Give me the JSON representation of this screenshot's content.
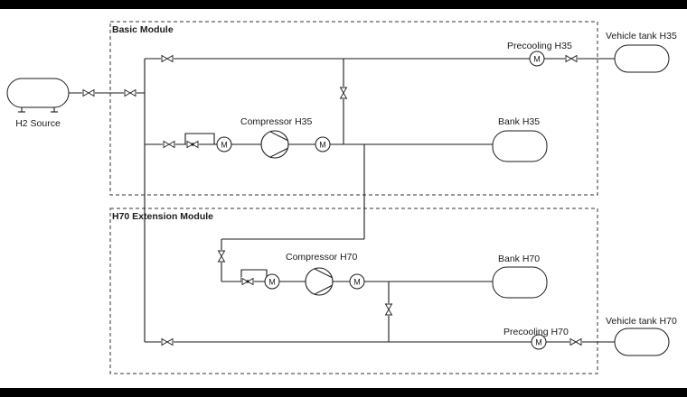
{
  "diagram": {
    "modules": {
      "basic": "Basic Module",
      "h70_extension": "H70 Extension Module"
    },
    "components": {
      "h2_source": "H2 Source",
      "compressor_h35": "Compressor H35",
      "compressor_h70": "Compressor H70",
      "bank_h35": "Bank H35",
      "bank_h70": "Bank H70",
      "precooling_h35": "Precooling H35",
      "precooling_h70": "Precooling H70",
      "vehicle_tank_h35": "Vehicle tank H35",
      "vehicle_tank_h70": "Vehicle tank H70"
    },
    "symbols": {
      "motor_letter": "M"
    }
  }
}
